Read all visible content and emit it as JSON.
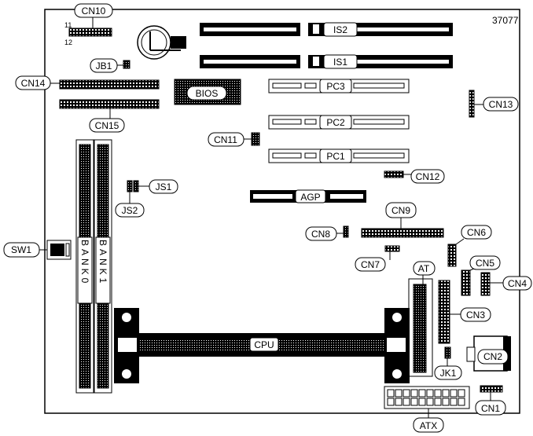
{
  "diagram": {
    "figure_number": "37077",
    "labels": {
      "cn10": "CN10",
      "pin11": "11",
      "pin12": "12",
      "jb1": "JB1",
      "cn14": "CN14",
      "cn15": "CN15",
      "bios": "BIOS",
      "is2": "IS2",
      "is1": "IS1",
      "pc3": "PC3",
      "pc2": "PC2",
      "pc1": "PC1",
      "cn13": "CN13",
      "cn11": "CN11",
      "cn12": "CN12",
      "js1": "JS1",
      "js2": "JS2",
      "agp": "AGP",
      "cn9": "CN9",
      "cn8": "CN8",
      "cn6": "CN6",
      "cn7": "CN7",
      "cn5": "CN5",
      "cn4": "CN4",
      "sw1": "SW1",
      "bank0": "BANK0",
      "bank1": "BANK1",
      "at": "AT",
      "cn3": "CN3",
      "cpu": "CPU",
      "cn2": "CN2",
      "jk1": "JK1",
      "cn1": "CN1",
      "atx": "ATX"
    },
    "colors": {
      "line": "#000000",
      "fill": "#ffffff"
    }
  }
}
